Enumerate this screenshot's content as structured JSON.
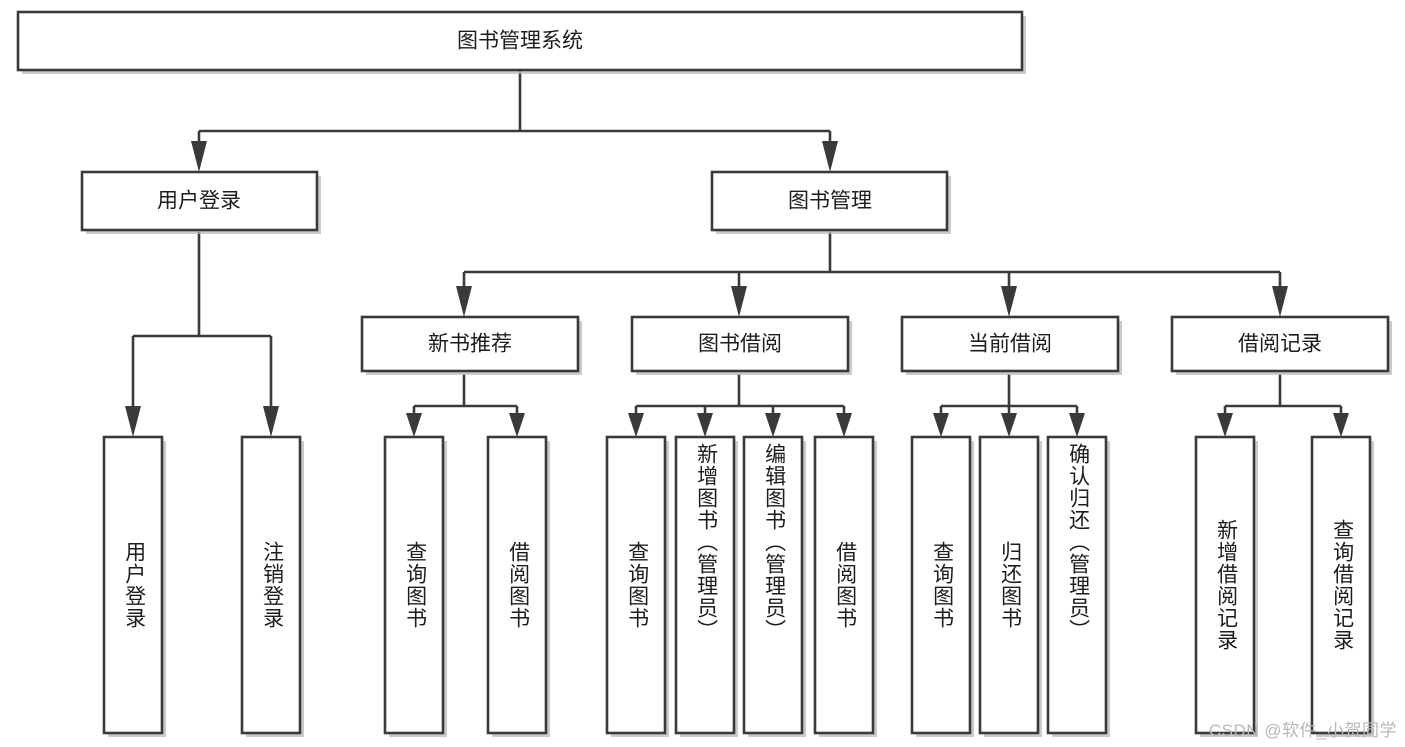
{
  "diagram": {
    "title": "图书管理系统",
    "type": "tree-hierarchy",
    "watermark": "CSDN @软件_小贺同学",
    "colors": {
      "stroke": "#3a3a3a",
      "fill": "#ffffff",
      "text": "#1d1d1d",
      "watermark": "#b8b8b8"
    },
    "root": {
      "label": "图书管理系统"
    },
    "level2": [
      {
        "label": "用户登录"
      },
      {
        "label": "图书管理"
      }
    ],
    "level3": [
      {
        "label": "新书推荐"
      },
      {
        "label": "图书借阅"
      },
      {
        "label": "当前借阅"
      },
      {
        "label": "借阅记录"
      }
    ],
    "leaves": {
      "user_login": [
        {
          "label": "用户登录"
        },
        {
          "label": "注销登录"
        }
      ],
      "new_book": [
        {
          "label": "查询图书"
        },
        {
          "label": "借阅图书"
        }
      ],
      "book_borrow": [
        {
          "label": "查询图书"
        },
        {
          "label": "新增图书（管理员）"
        },
        {
          "label": "编辑图书（管理员）"
        },
        {
          "label": "借阅图书"
        }
      ],
      "current_borrow": [
        {
          "label": "查询图书"
        },
        {
          "label": "归还图书"
        },
        {
          "label": "确认归还（管理员）"
        }
      ],
      "borrow_record": [
        {
          "label": "新增借阅记录"
        },
        {
          "label": "查询借阅记录"
        }
      ]
    }
  }
}
